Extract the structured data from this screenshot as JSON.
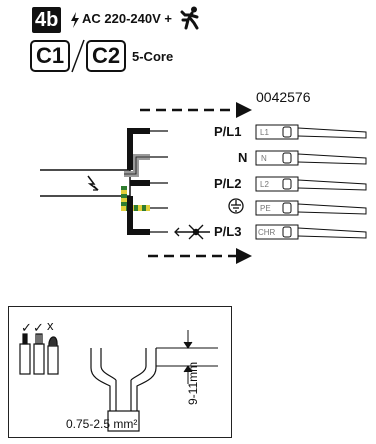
{
  "header": {
    "badge": "4b",
    "voltage": "AC 220-240V +",
    "config1": "C1",
    "config2": "C2",
    "cores": "5-Core"
  },
  "diagram": {
    "part_number": "0042576",
    "terminals": [
      {
        "main": "P/L1",
        "small": "L1"
      },
      {
        "main": "N",
        "small": "N"
      },
      {
        "main": "P/L2",
        "small": "L2"
      },
      {
        "main": "",
        "small": "PE"
      },
      {
        "main": "P/L3",
        "small": "CHR"
      }
    ]
  },
  "detail": {
    "section_label": "0.75-2.5 mm²",
    "length_label": "9-11mm",
    "check1": "✓",
    "check2": "✓",
    "cross": "x"
  },
  "colors": {
    "ink": "#111111",
    "grey_wire": "#9a9a9a",
    "earth_green": "#2f7d2f",
    "earth_yellow": "#e2cf3a"
  }
}
